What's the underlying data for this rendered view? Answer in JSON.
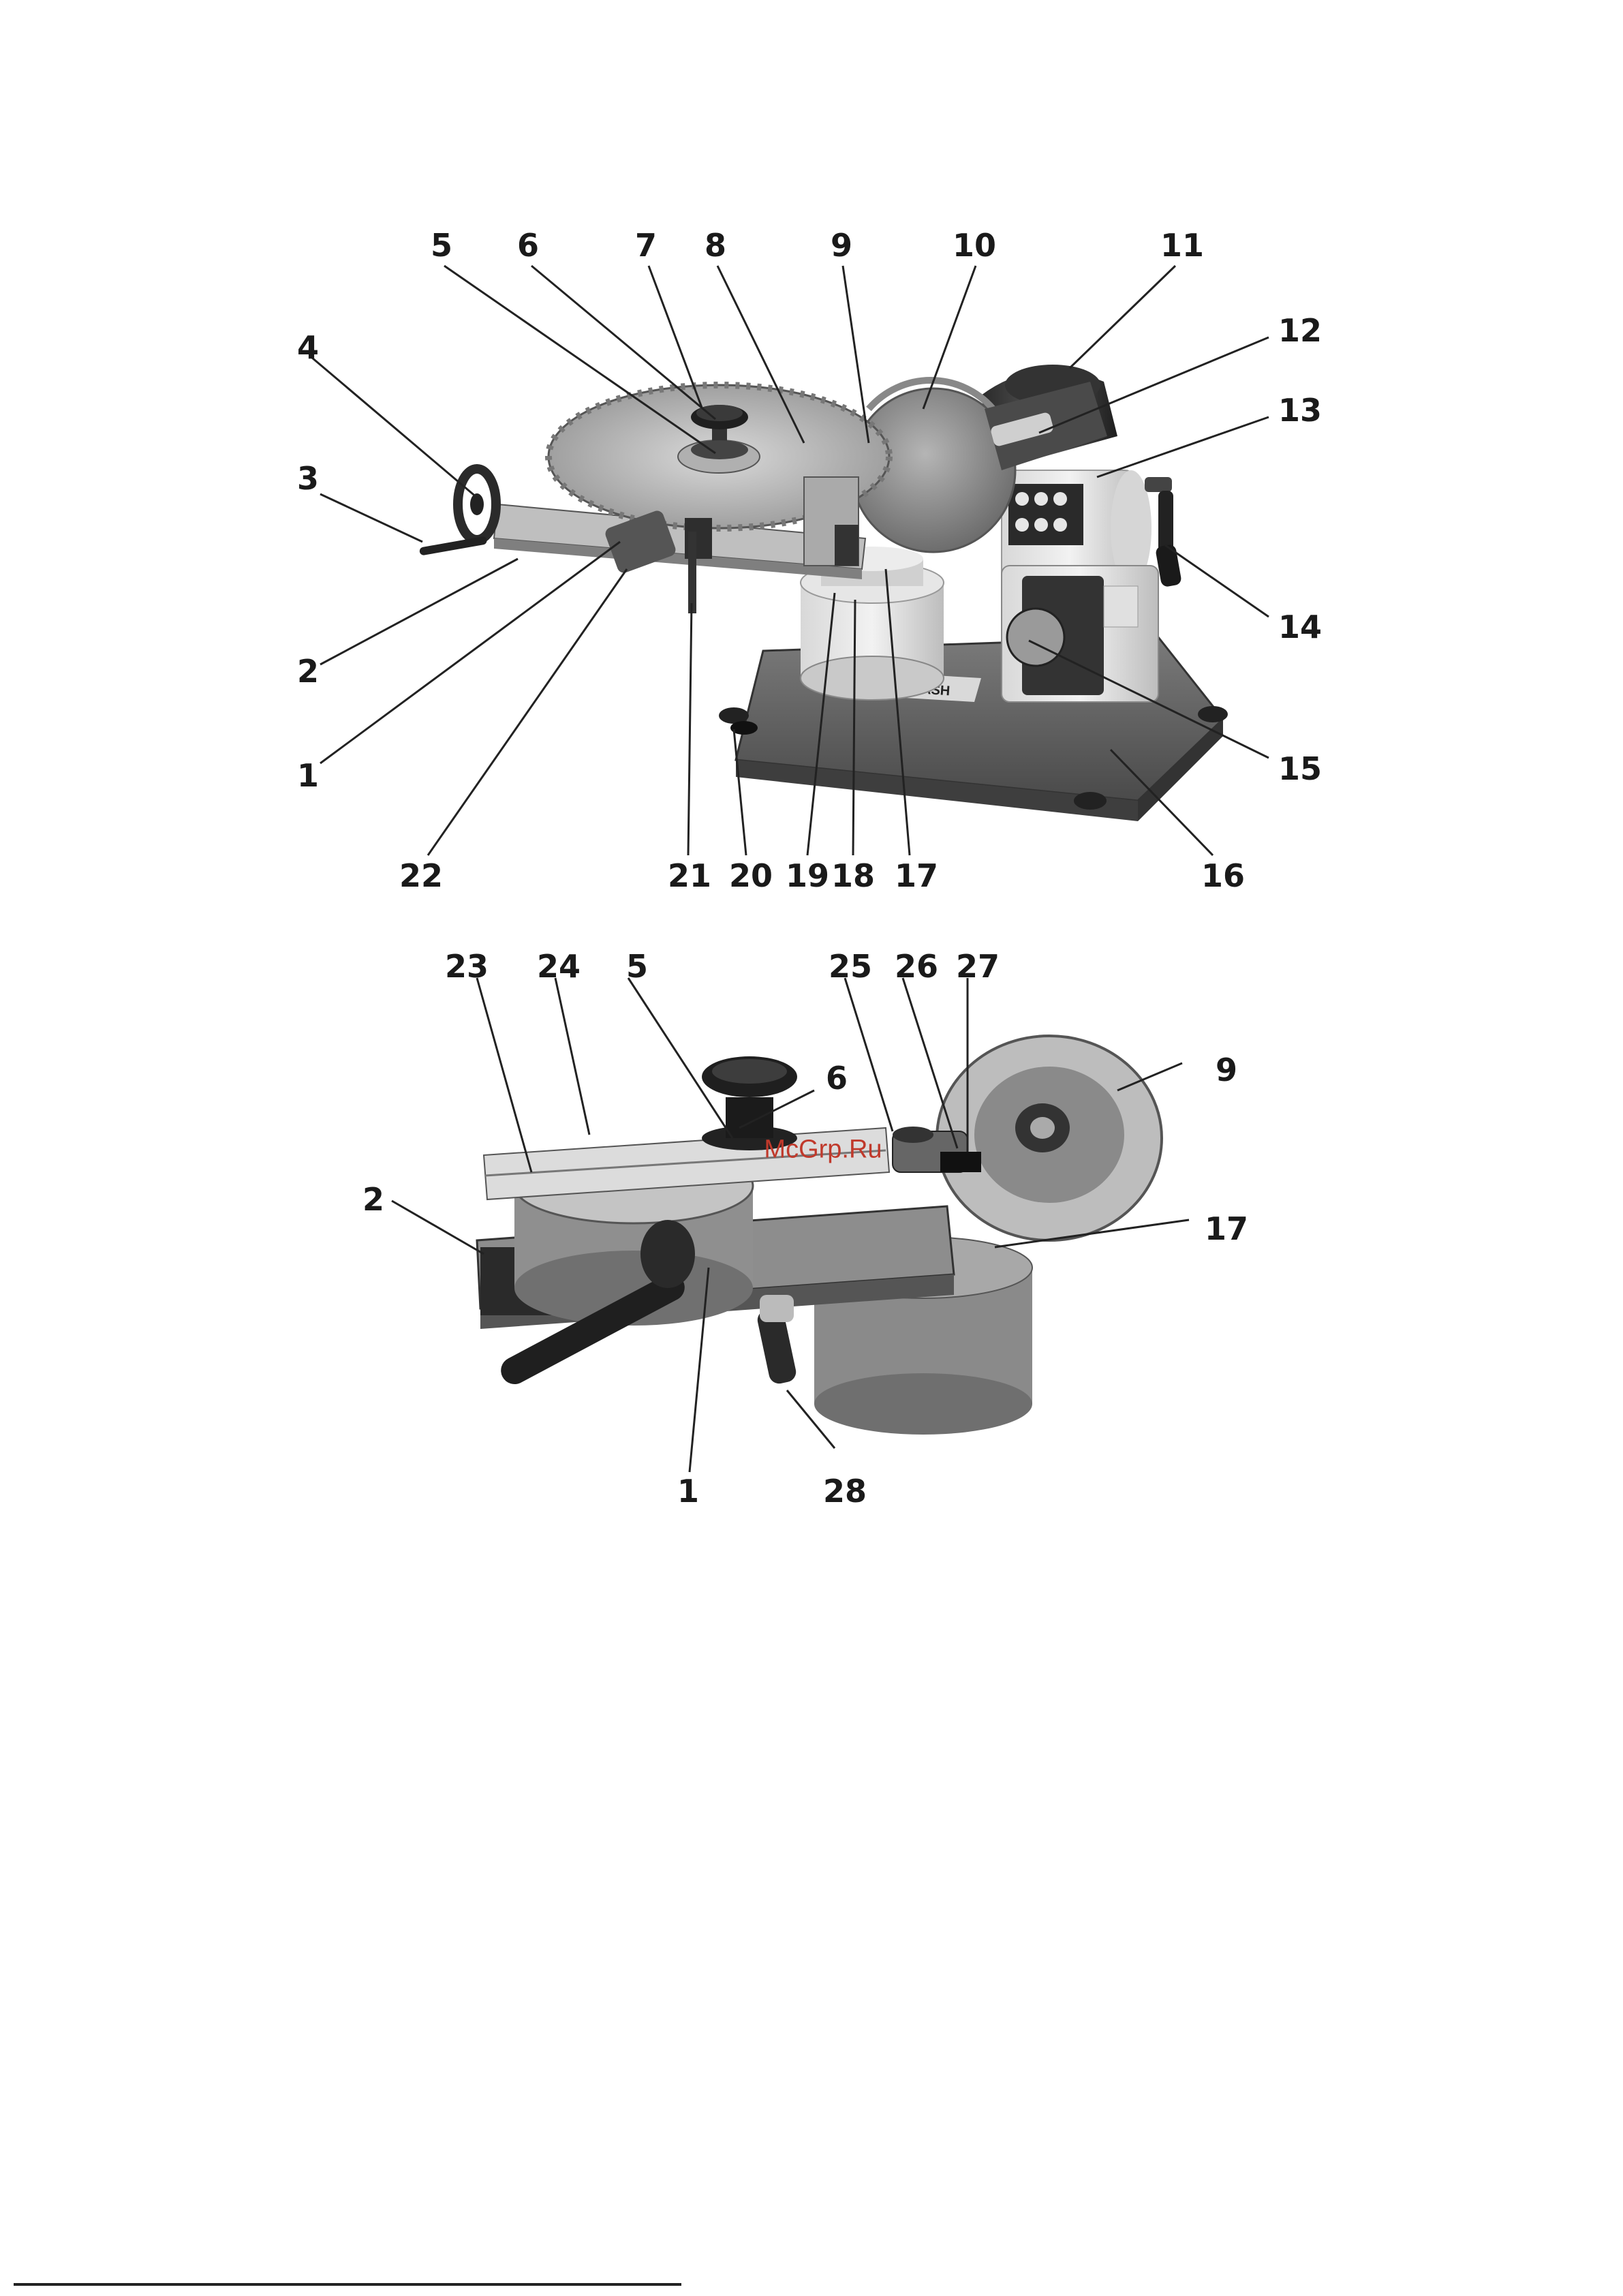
{
  "watermark": "McGrp.Ru",
  "figure_top": {
    "callouts": [
      "1",
      "2",
      "3",
      "4",
      "5",
      "6",
      "7",
      "8",
      "9",
      "10",
      "11",
      "12",
      "13",
      "14",
      "15",
      "16",
      "17",
      "18",
      "19",
      "20",
      "21",
      "22"
    ],
    "brand_label": "BELMASH"
  },
  "figure_bottom": {
    "callouts": [
      "1",
      "2",
      "5",
      "6",
      "9",
      "17",
      "23",
      "24",
      "25",
      "26",
      "27",
      "28"
    ]
  }
}
